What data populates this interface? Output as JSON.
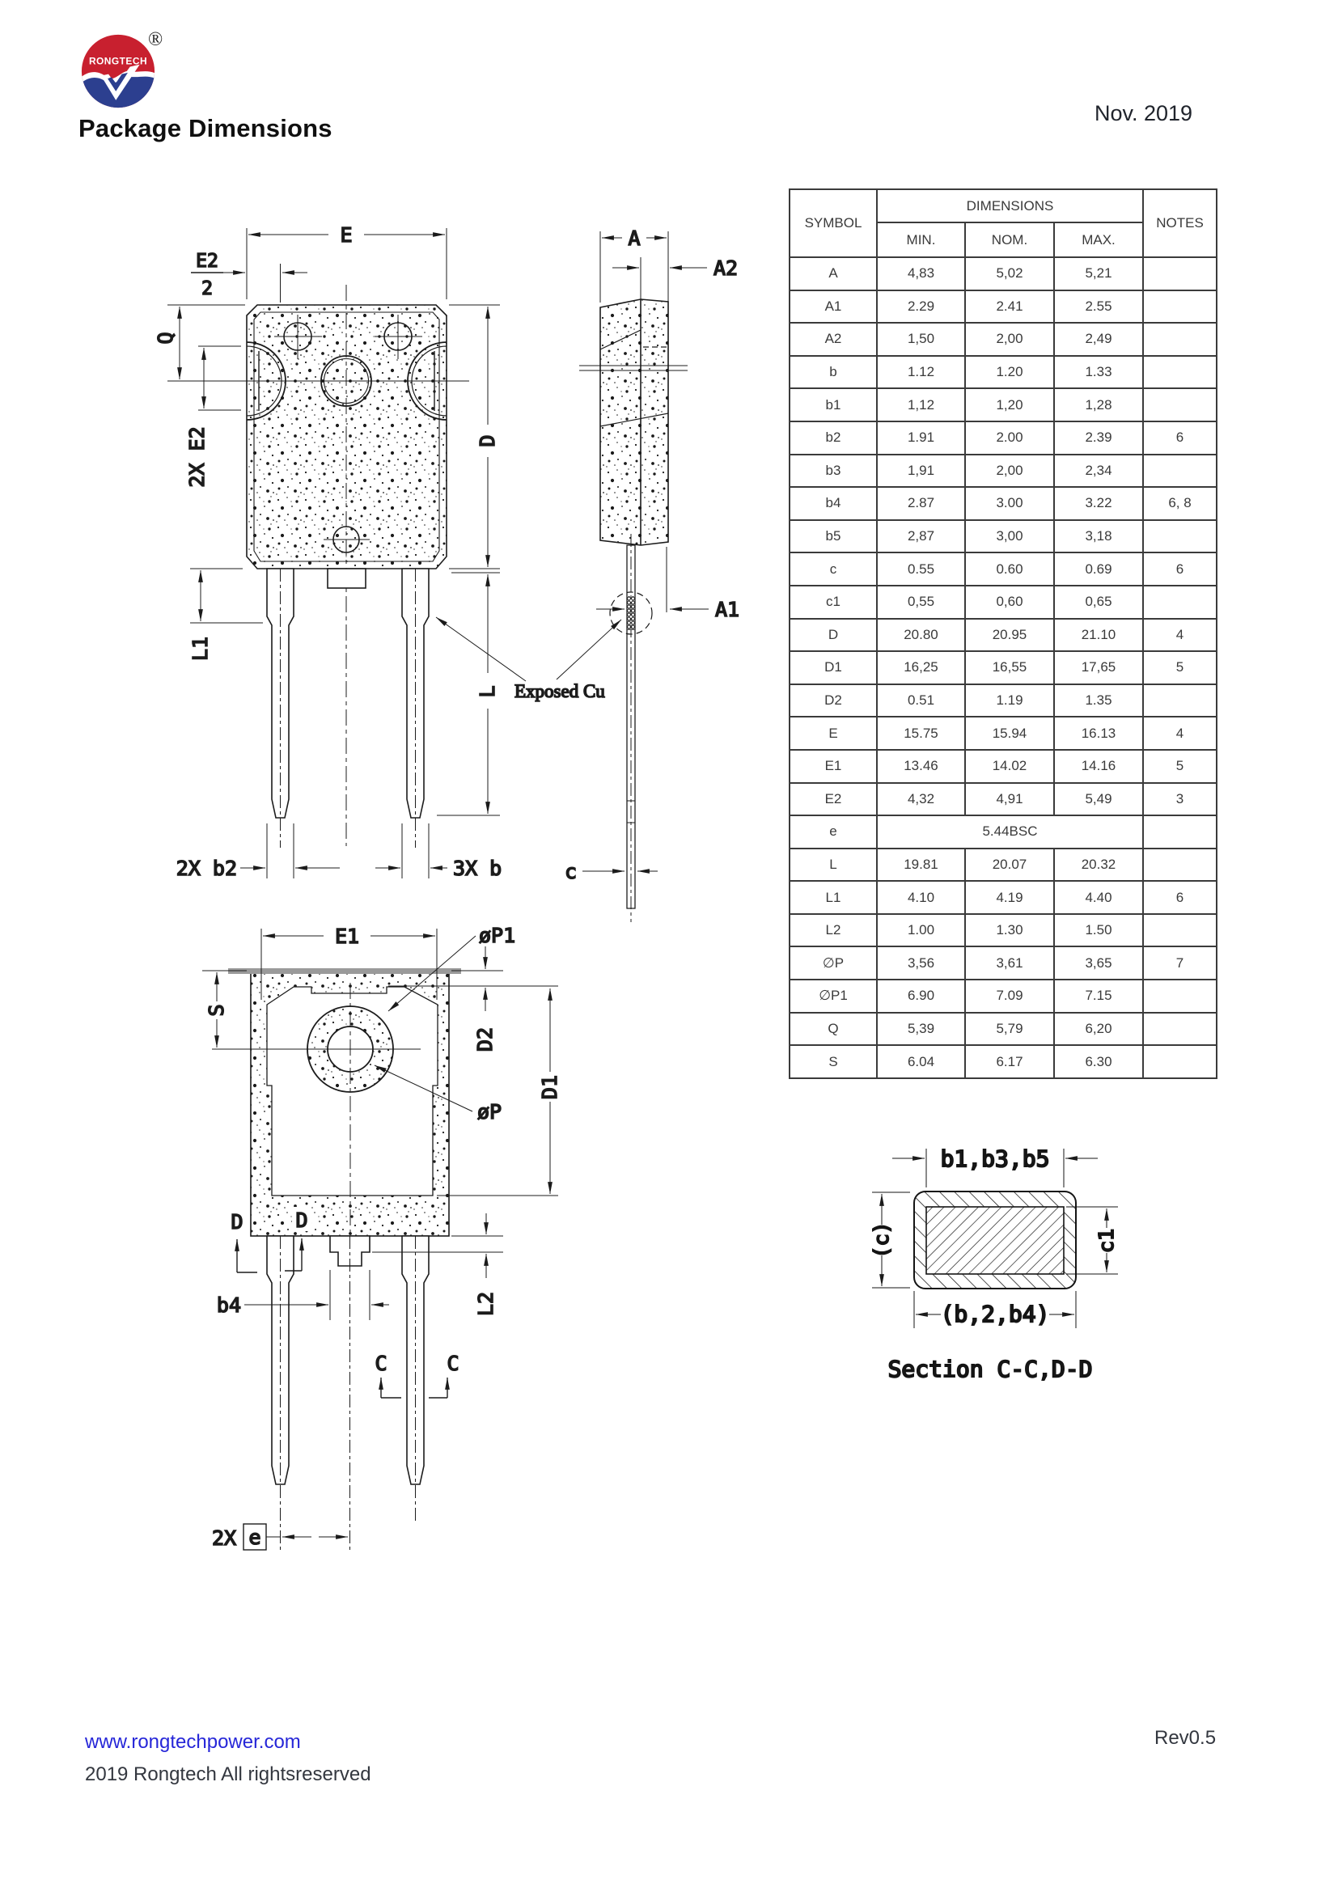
{
  "header": {
    "logo_text": "RONGTECH",
    "registered_mark": "®",
    "date": "Nov. 2019",
    "title": "Package Dimensions"
  },
  "colors": {
    "logo_red": "#c8202f",
    "logo_blue": "#2c3f8f",
    "link_blue": "#2626d8",
    "line_black": "#1b1b1b"
  },
  "table": {
    "col_symbol": "SYMBOL",
    "col_dimensions": "DIMENSIONS",
    "col_min": "MIN.",
    "col_nom": "NOM.",
    "col_max": "MAX.",
    "col_notes": "NOTES",
    "rows": [
      {
        "symbol": "A",
        "min": "4,83",
        "nom": "5,02",
        "max": "5,21",
        "notes": ""
      },
      {
        "symbol": "A1",
        "min": "2.29",
        "nom": "2.41",
        "max": "2.55",
        "notes": ""
      },
      {
        "symbol": "A2",
        "min": "1,50",
        "nom": "2,00",
        "max": "2,49",
        "notes": ""
      },
      {
        "symbol": "b",
        "min": "1.12",
        "nom": "1.20",
        "max": "1.33",
        "notes": ""
      },
      {
        "symbol": "b1",
        "min": "1,12",
        "nom": "1,20",
        "max": "1,28",
        "notes": ""
      },
      {
        "symbol": "b2",
        "min": "1.91",
        "nom": "2.00",
        "max": "2.39",
        "notes": "6"
      },
      {
        "symbol": "b3",
        "min": "1,91",
        "nom": "2,00",
        "max": "2,34",
        "notes": ""
      },
      {
        "symbol": "b4",
        "min": "2.87",
        "nom": "3.00",
        "max": "3.22",
        "notes": "6, 8"
      },
      {
        "symbol": "b5",
        "min": "2,87",
        "nom": "3,00",
        "max": "3,18",
        "notes": ""
      },
      {
        "symbol": "c",
        "min": "0.55",
        "nom": "0.60",
        "max": "0.69",
        "notes": "6"
      },
      {
        "symbol": "c1",
        "min": "0,55",
        "nom": "0,60",
        "max": "0,65",
        "notes": ""
      },
      {
        "symbol": "D",
        "min": "20.80",
        "nom": "20.95",
        "max": "21.10",
        "notes": "4"
      },
      {
        "symbol": "D1",
        "min": "16,25",
        "nom": "16,55",
        "max": "17,65",
        "notes": "5"
      },
      {
        "symbol": "D2",
        "min": "0.51",
        "nom": "1.19",
        "max": "1.35",
        "notes": ""
      },
      {
        "symbol": "E",
        "min": "15.75",
        "nom": "15.94",
        "max": "16.13",
        "notes": "4"
      },
      {
        "symbol": "E1",
        "min": "13.46",
        "nom": "14.02",
        "max": "14.16",
        "notes": "5"
      },
      {
        "symbol": "E2",
        "min": "4,32",
        "nom": "4,91",
        "max": "5,49",
        "notes": "3"
      },
      {
        "symbol": "e",
        "span": "5.44BSC",
        "notes": ""
      },
      {
        "symbol": "L",
        "min": "19.81",
        "nom": "20.07",
        "max": "20.32",
        "notes": ""
      },
      {
        "symbol": "L1",
        "min": "4.10",
        "nom": "4.19",
        "max": "4.40",
        "notes": "6"
      },
      {
        "symbol": "L2",
        "min": "1.00",
        "nom": "1.30",
        "max": "1.50",
        "notes": ""
      },
      {
        "symbol": "∅P",
        "min": "3,56",
        "nom": "3,61",
        "max": "3,65",
        "notes": "7"
      },
      {
        "symbol": "∅P1",
        "min": "6.90",
        "nom": "7.09",
        "max": "7.15",
        "notes": ""
      },
      {
        "symbol": "Q",
        "min": "5,39",
        "nom": "5,79",
        "max": "6,20",
        "notes": ""
      },
      {
        "symbol": "S",
        "min": "6.04",
        "nom": "6.17",
        "max": "6.30",
        "notes": ""
      }
    ]
  },
  "drawing": {
    "front_view": {
      "E": "E",
      "E2_num": "E2",
      "E2_den": "2",
      "Q": "Q",
      "two_x_E2": "2X E2",
      "D": "D",
      "L1": "L1",
      "L": "L",
      "two_x_b2": "2X b2",
      "three_x_b": "3X b",
      "exposed_cu": "Exposed Cu"
    },
    "side_view": {
      "A": "A",
      "A2": "A2",
      "A1": "A1",
      "c": "c"
    },
    "back_view": {
      "E1": "E1",
      "phiP1": "øP1",
      "phiP": "øP",
      "S": "S",
      "D2": "D2",
      "D1": "D1",
      "D_cut": "D",
      "b4": "b4",
      "L2": "L2",
      "C_cut": "C",
      "two_x": "2X",
      "e_boxed": "e"
    },
    "section_view": {
      "top": "b1,b3,b5",
      "left": "(c)",
      "right": "c1",
      "bottom": "(b,2,b4)",
      "caption": "Section C-C,D-D"
    }
  },
  "footer": {
    "website": "www.rongtechpower.com",
    "revision": "Rev0.5",
    "copyright": "2019 Rongtech All rightsreserved"
  }
}
